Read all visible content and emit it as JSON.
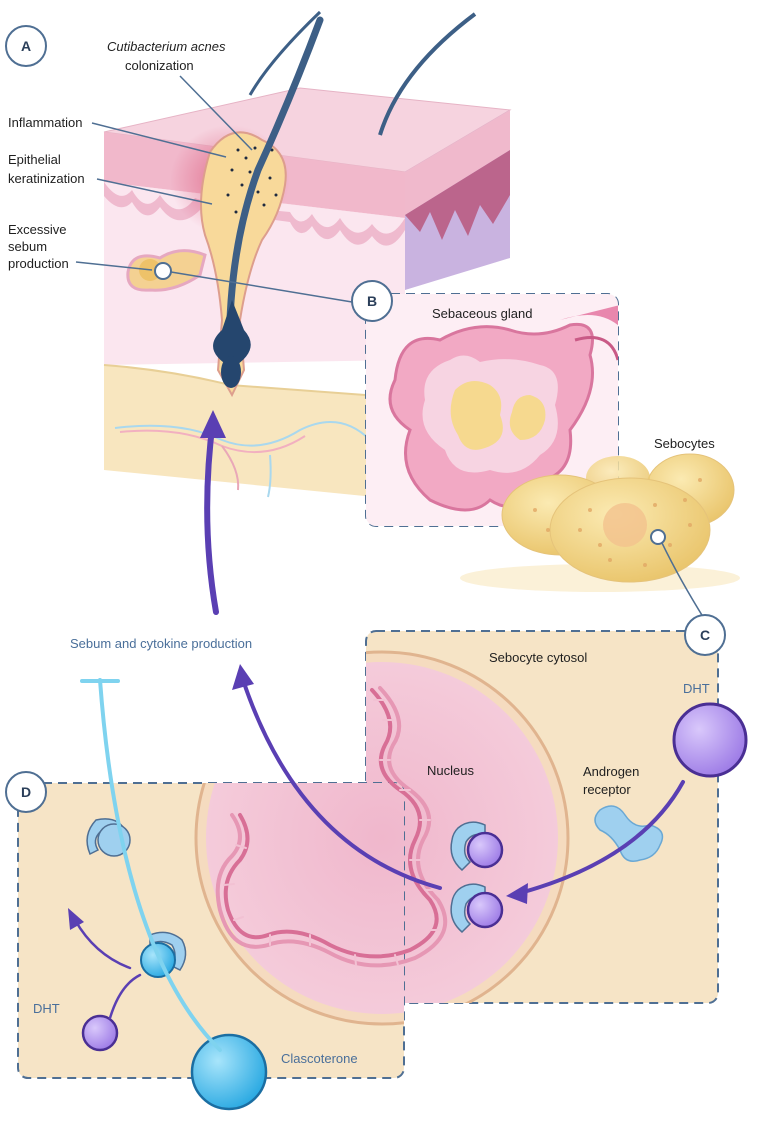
{
  "panels": {
    "a": {
      "letter": "A"
    },
    "b": {
      "letter": "B"
    },
    "c": {
      "letter": "C"
    },
    "d": {
      "letter": "D"
    }
  },
  "callouts": {
    "c_acnes_species": "Cutibacterium acnes",
    "c_acnes_line2": "colonization",
    "inflammation": "Inflammation",
    "keratinization_line1": "Epithelial",
    "keratinization_line2": "keratinization",
    "sebum_line1": "Excessive",
    "sebum_line2": "sebum",
    "sebum_line3": "production"
  },
  "labels": {
    "sebaceous_gland": "Sebaceous gland",
    "sebocytes": "Sebocytes",
    "sebocyte_cytosol": "Sebocyte cytosol",
    "dht_c": "DHT",
    "androgen_receptor_line1": "Androgen",
    "androgen_receptor_line2": "receptor",
    "nucleus": "Nucleus",
    "sebum_cytokine": "Sebum and cytokine production",
    "dht_d": "DHT",
    "clascoterone": "Clascoterone"
  },
  "colors": {
    "outline": "#4f6f93",
    "arrow": "#5a3fb3",
    "inhibit": "#7fd3ef",
    "dht": "#b59af0",
    "clascoterone": "#4dc4f0",
    "receptor": "#8ec9ee",
    "cytosol": "#f6e4c6",
    "nucleus": "#f1c3d6",
    "dna": "#dd7d9f",
    "skin_top": "#f3c6d6",
    "dermis": "#f8e4ee",
    "fat": "#f6e2b8",
    "label_blue": "#4a6f9a"
  }
}
